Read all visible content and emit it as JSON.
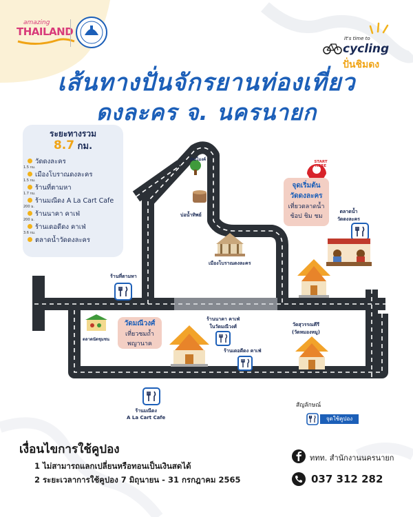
{
  "header": {
    "brand_small": "amazing",
    "brand_large": "THAILAND",
    "cycling_tag_top": "It's time to",
    "cycling_tag_mid": "cycling",
    "cycling_tag_bottom": "ปั่นชิมดง"
  },
  "title": {
    "line1": "เส้นทางปั่นจักรยานท่องเที่ยว",
    "line2": "ดงละคร จ. นครนายก"
  },
  "distance_panel": {
    "heading": "ระยะทางรวม",
    "total_value": "8.7",
    "total_unit": "กม.",
    "stops": [
      "วัดดงละคร",
      "เมืองโบราณดงละคร",
      "ร้านที่ตามหา",
      "ร้านมณีดง A La Cart Cafe",
      "ร้านนาคา คาเฟ่",
      "ร้านเดอดีดง คาเฟ่",
      "ตลาดน้ำวัดดงละคร"
    ],
    "segments": [
      "1.5 กม.",
      "1.5 กม.",
      "1.7 กม.",
      "200 ม.",
      "200 ม.",
      "3.6 กม."
    ]
  },
  "map": {
    "start_badge": "START HERE",
    "start_callout_line1": "จุดเริ่มต้น",
    "start_callout_line2": "วัดดงละคร",
    "start_callout_line3": "เที่ยวตลาดน้ำ",
    "start_callout_line4": "ช้อป ชิม ชม",
    "wat_mani_callout_line1": "วัดมณีวงศ์",
    "wat_mani_callout_line2": "เที่ยวชมถ้ำ",
    "wat_mani_callout_line3": "พญานาค",
    "labels": {
      "wood_stall": "อัฒโมงค์",
      "water_well": "บ่อน้ำทิพย์",
      "floating_market": "ตลาดน้ำ\nวัดดงละคร",
      "ancient_city": "เมืองโบราณดงละคร",
      "shop_tamha": "ร้านที่ตามหา",
      "naka_cafe": "ร้านนาคา คาเฟ่\nในวัดมณีวงศ์",
      "de_deedong": "ร้านเดอดีดง คาเฟ่",
      "wat_suwan": "วัดสุวรรณคีรี\n(วัดหมองหมู)",
      "community_market": "ตลาดนัดชุมชน",
      "mani_dong": "ร้านมณีดง\nA La Cart Cafe"
    }
  },
  "legend": {
    "title": "สัญลักษณ์",
    "coupon_label": "จุดใช้คูปอง"
  },
  "conditions": {
    "title": "เงื่อนไขการใช้คูปอง",
    "items": [
      "1 ไม่สามารถแลกเปลี่ยนหรือทอนเป็นเงินสดได้",
      "2 ระยะเวลาการใช้คูปอง 7 มิถุนายน - 31 กรกฎาคม 2565"
    ]
  },
  "contact": {
    "facebook_name": "ททท. สำนักงานนครนายก",
    "phone": "037 312 282"
  },
  "colors": {
    "title_blue": "#1c5fb8",
    "accent_yellow": "#f2b21a",
    "road_dark": "#2b3036",
    "callout_pink": "#f3cfc4",
    "pin_red": "#d8232a"
  }
}
